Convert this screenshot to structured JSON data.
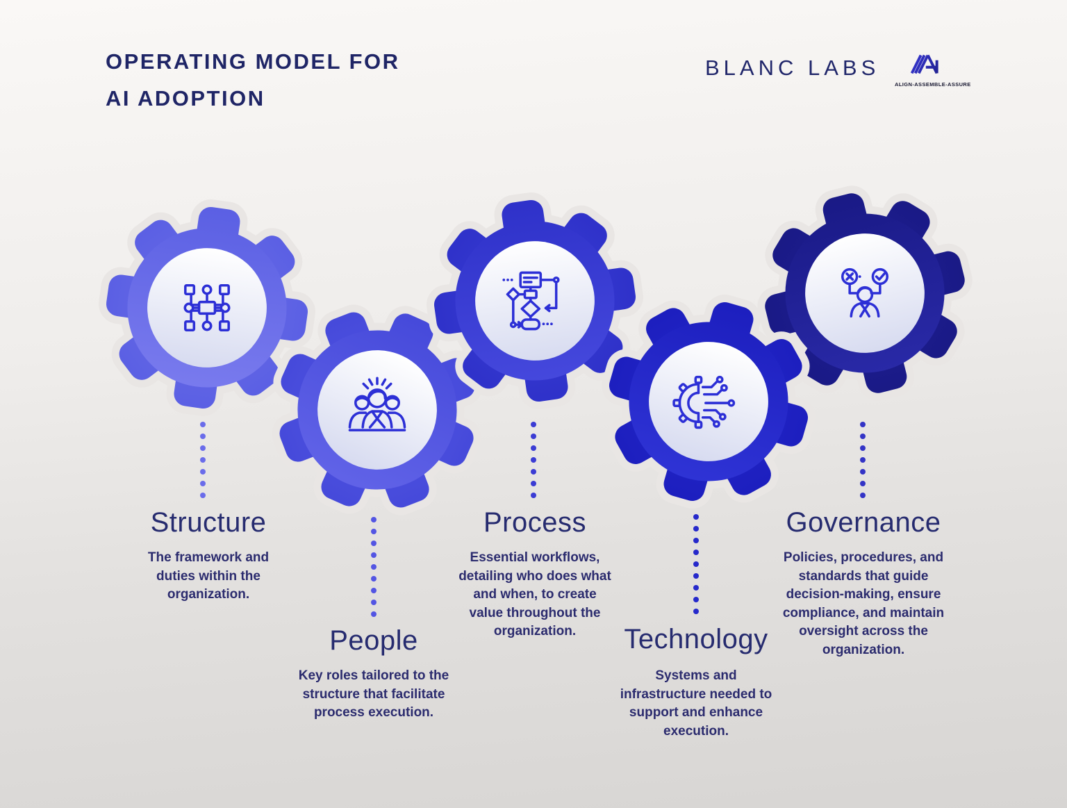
{
  "header": {
    "title_line1": "OPERATING MODEL FOR",
    "title_line2": "AI ADOPTION"
  },
  "brand": {
    "wordmark": "BLANC LABS",
    "tagline": "ALIGN-ASSEMBLE-ASSURE"
  },
  "colors": {
    "title_text": "#1f2566",
    "heading_text": "#262b6f",
    "body_text": "#2b2b6e",
    "icon_stroke": "#2c2fd6",
    "inner_top": "#ffffff",
    "inner_bottom": "#d7dbf0",
    "halo": "#e9e6e4"
  },
  "items": [
    {
      "label": "Structure",
      "description": "The framework and duties within the organization.",
      "icon": "org-structure-icon",
      "gear_top": "#5a5fe3",
      "gear_bottom": "#7d7eef",
      "dot_color": "#6a6cea",
      "dots": 7
    },
    {
      "label": "People",
      "description": "Key roles tailored to the structure that facilitate process execution.",
      "icon": "team-icon",
      "gear_top": "#4549da",
      "gear_bottom": "#6466e9",
      "dot_color": "#5355e3",
      "dots": 9
    },
    {
      "label": "Process",
      "description": "Essential workflows, detailing who does what and when, to create value throughout the organization.",
      "icon": "flowchart-icon",
      "gear_top": "#2e31c9",
      "gear_bottom": "#484bdf",
      "dot_color": "#3b3cd4",
      "dots": 7
    },
    {
      "label": "Technology",
      "description": "Systems and infrastructure needed to support and enhance execution.",
      "icon": "circuit-gear-icon",
      "gear_top": "#1c1ebe",
      "gear_bottom": "#3136d8",
      "dot_color": "#2629cb",
      "dots": 9
    },
    {
      "label": "Governance",
      "description": "Policies, procedures, and standards that guide decision-making, ensure compliance, and maintain oversight across the organization.",
      "icon": "decision-person-icon",
      "gear_top": "#191985",
      "gear_bottom": "#2b2bab",
      "dot_color": "#3334c6",
      "dots": 7
    }
  ]
}
